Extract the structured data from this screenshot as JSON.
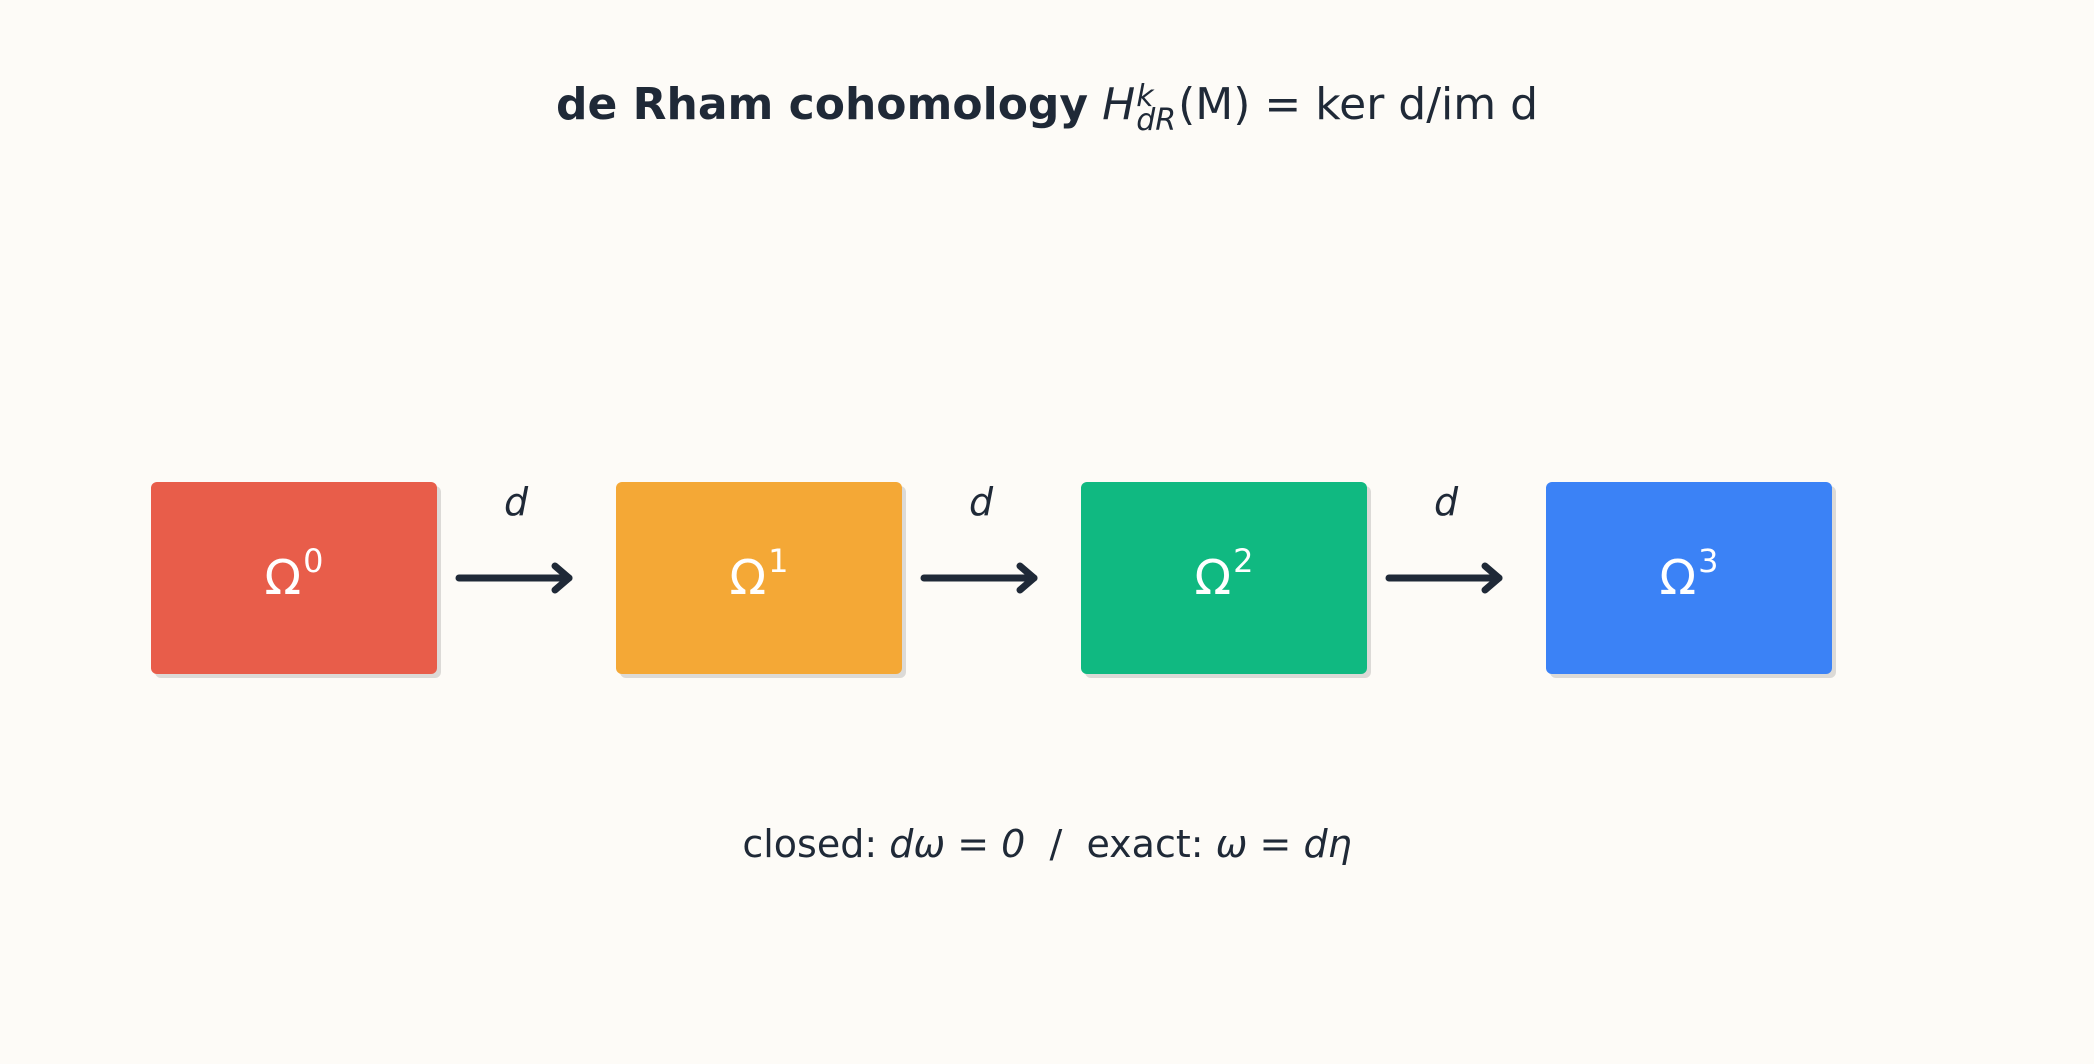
{
  "title": {
    "bold_text": "de Rham cohomology",
    "math_H": "H",
    "math_sup": "k",
    "math_sub": "dR",
    "math_args": "(M) = ker d/im d"
  },
  "boxes": [
    {
      "label": "Ω",
      "sup": "0",
      "color": "#e85d4a"
    },
    {
      "label": "Ω",
      "sup": "1",
      "color": "#f4a836"
    },
    {
      "label": "Ω",
      "sup": "2",
      "color": "#10b981"
    },
    {
      "label": "Ω",
      "sup": "3",
      "color": "#3b82f6"
    }
  ],
  "arrows": [
    {
      "label": "d"
    },
    {
      "label": "d"
    },
    {
      "label": "d"
    }
  ],
  "footer": {
    "closed_label": "closed: ",
    "closed_expr": "dω = 0",
    "separator": "  /  ",
    "exact_label": "exact: ",
    "exact_expr": "ω = dη"
  },
  "colors": {
    "text": "#1f2937",
    "background": "#fdfbf7",
    "arrow": "#1f2937"
  }
}
